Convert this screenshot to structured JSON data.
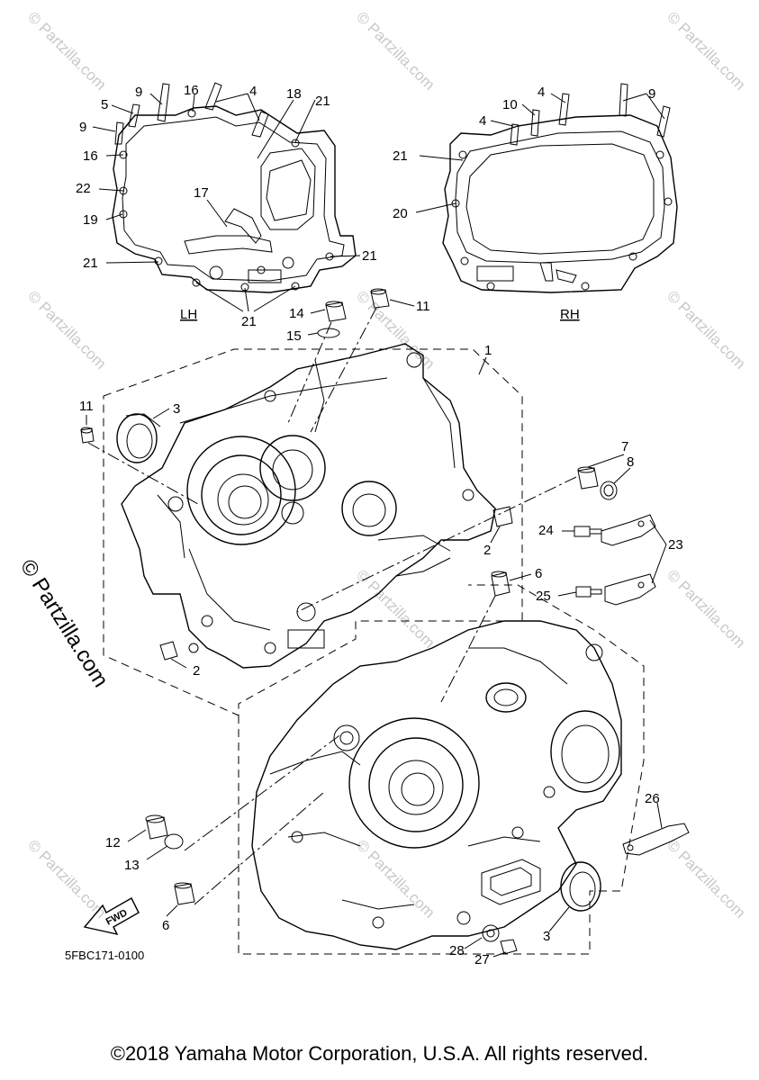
{
  "diagram": {
    "side_labels": {
      "left": "LH",
      "right": "RH"
    },
    "diagram_code": "5FBC171-0100",
    "fwd_label": "FWD",
    "watermark": "© Partzilla.com",
    "watermark_side": "© Partzilla.com",
    "callouts": {
      "c1": "1",
      "c2a": "2",
      "c2b": "2",
      "c3a": "3",
      "c3b": "3",
      "c4a": "4",
      "c4b": "4",
      "c4c": "4",
      "c5": "5",
      "c6a": "6",
      "c6b": "6",
      "c7": "7",
      "c8": "8",
      "c9a": "9",
      "c9b": "9",
      "c9c": "9",
      "c10": "10",
      "c11a": "11",
      "c11b": "11",
      "c12": "12",
      "c13": "13",
      "c14": "14",
      "c15": "15",
      "c16a": "16",
      "c16b": "16",
      "c17": "17",
      "c18": "18",
      "c19": "19",
      "c20": "20",
      "c21a": "21",
      "c21b": "21",
      "c21c": "21",
      "c21d": "21",
      "c21e": "21",
      "c22": "22",
      "c23": "23",
      "c24": "24",
      "c25": "25",
      "c26": "26",
      "c27": "27",
      "c28": "28"
    }
  },
  "footer": {
    "copyright": "©2018 Yamaha Motor Corporation, U.S.A. All rights reserved."
  }
}
